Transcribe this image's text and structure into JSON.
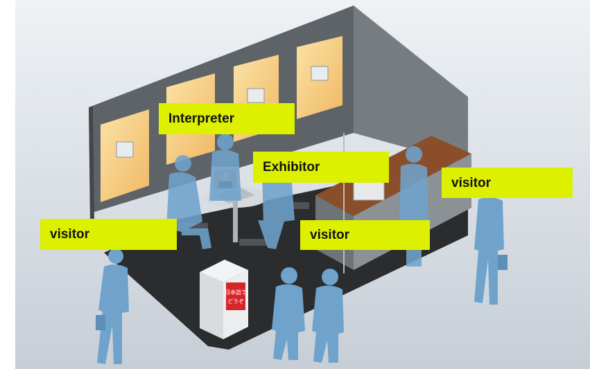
{
  "labels": {
    "interpreter": "Interpreter",
    "exhibitor": "Exhibitor",
    "visitor_left": "visitor",
    "visitor_middle": "visitor",
    "visitor_right": "visitor"
  },
  "kiosk_sign": {
    "line1": "日本語で",
    "line2": "どうぞ"
  },
  "colors": {
    "label_bg": "#ddf000",
    "person": "#6fa3cc",
    "wall_dark": "#5d6266",
    "floor": "#2a2b2d",
    "poster": "#f3c77a",
    "sign_red": "#d7262b"
  }
}
